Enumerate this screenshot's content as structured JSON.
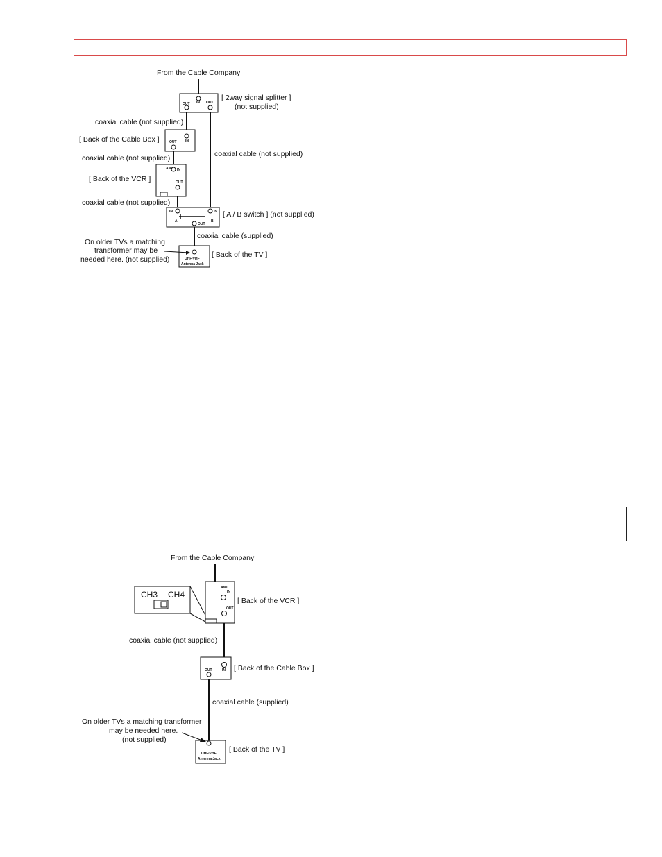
{
  "diagram1": {
    "from_cable": "From the Cable Company",
    "splitter_label": "[ 2way signal splitter ]",
    "splitter_note": "(not supplied)",
    "cable_1": "coaxial cable (not supplied)",
    "cablebox_label": "[ Back of the Cable Box ]",
    "cable_2": "coaxial cable (not supplied)",
    "cable_right": "coaxial cable (not supplied)",
    "vcr_label": "[ Back of the VCR ]",
    "cable_3": "coaxial cable (not supplied)",
    "ab_label": "[ A / B switch ] (not supplied)",
    "cable_4": "coaxial cable (supplied)",
    "older_tv_1": "On older TVs a matching",
    "older_tv_2": "transformer may be",
    "older_tv_3": "needed here. (not supplied)",
    "tv_label": "[ Back of the TV ]",
    "splitter_out_l": "OUT",
    "splitter_in": "IN",
    "splitter_out_r": "OUT",
    "cablebox_out": "OUT",
    "cablebox_in": "IN",
    "vcr_ant": "ANT",
    "vcr_in": "IN",
    "vcr_out": "OUT",
    "ab_in_l": "IN",
    "ab_a": "A",
    "ab_out": "OUT",
    "ab_in_r": "IN",
    "ab_b": "B",
    "tv_uhf": "UHF/VHF",
    "tv_jack": "Antenna Jack"
  },
  "diagram2": {
    "from_cable": "From the Cable Company",
    "ch3": "CH3",
    "ch4": "CH4",
    "vcr_label": "[ Back of the VCR ]",
    "cable_1": "coaxial cable (not supplied)",
    "cablebox_label": "[ Back of the Cable Box ]",
    "cable_2": "coaxial cable (supplied)",
    "older_tv_1": "On older TVs a matching transformer",
    "older_tv_2": "may be needed here.",
    "older_tv_3": "(not supplied)",
    "tv_label": "[ Back of the TV ]",
    "vcr_ant": "ANT",
    "vcr_in": "IN",
    "vcr_out": "OUT",
    "cablebox_out": "OUT",
    "cablebox_in": "IN",
    "tv_uhf": "UHF/VHF",
    "tv_jack": "Antenna Jack"
  }
}
